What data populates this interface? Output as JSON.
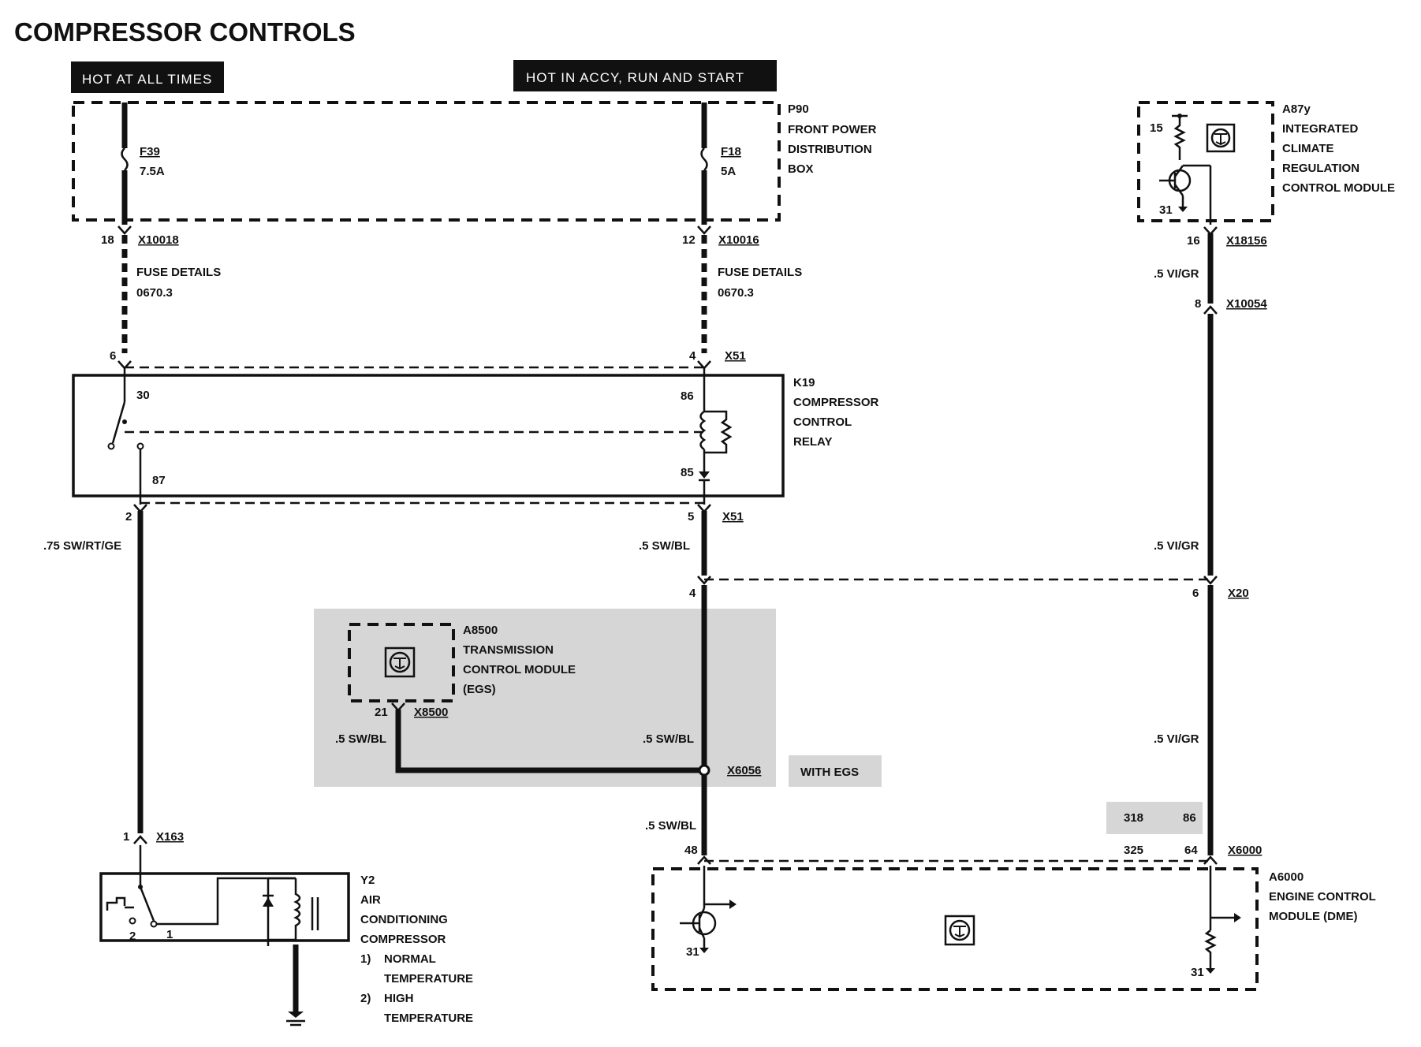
{
  "title": "COMPRESSOR CONTROLS",
  "banners": {
    "hot_always": "HOT AT ALL TIMES",
    "hot_accy": "HOT IN ACCY, RUN AND START"
  },
  "p90": {
    "lines": [
      "P90",
      "FRONT POWER",
      "DISTRIBUTION",
      "BOX"
    ],
    "fuse_left_name": "F39",
    "fuse_left_rating": "7.5A",
    "fuse_right_name": "F18",
    "fuse_right_rating": "5A"
  },
  "a87y": {
    "lines": [
      "A87y",
      "INTEGRATED",
      "CLIMATE",
      "REGULATION",
      "CONTROL MODULE"
    ],
    "pin_top": "15",
    "pin_bottom": "31"
  },
  "connectors": {
    "x10018_pin": "18",
    "x10018": "X10018",
    "x10016_pin": "12",
    "x10016": "X10016",
    "x18156_pin": "16",
    "x18156": "X18156",
    "x10054_pin": "8",
    "x10054": "X10054",
    "x51_top_left_pin": "6",
    "x51_top_right_pin": "4",
    "x51": "X51",
    "x51_bottom_left_pin": "2",
    "x51_bottom_right_pin": "5",
    "x20_left_pin": "4",
    "x20_right_pin": "6",
    "x20": "X20",
    "x8500_pin": "21",
    "x8500": "X8500",
    "x6056": "X6056",
    "x163_pin": "1",
    "x163": "X163",
    "x6000_pin_48": "48",
    "x6000_pin_325": "325",
    "x6000_pin_64": "64",
    "x6000_alt_318": "318",
    "x6000_alt_86": "86",
    "x6000": "X6000"
  },
  "fuse_details": {
    "label": "FUSE DETAILS",
    "ref": "0670.3"
  },
  "k19": {
    "lines": [
      "K19",
      "COMPRESSOR",
      "CONTROL",
      "RELAY"
    ],
    "pin_30": "30",
    "pin_87": "87",
    "pin_86": "86",
    "pin_85": "85"
  },
  "wires": {
    "vi_gr": ".5 VI/GR",
    "sw_rt_ge": ".75 SW/RT/GE",
    "sw_bl": ".5 SW/BL"
  },
  "a8500": {
    "lines": [
      "A8500",
      "TRANSMISSION",
      "CONTROL MODULE",
      "(EGS)"
    ]
  },
  "with_egs": "WITH EGS",
  "y2": {
    "lines": [
      "Y2",
      "AIR",
      "CONDITIONING",
      "COMPRESSOR"
    ],
    "note1_num": "1)",
    "note1_a": "NORMAL",
    "note1_b": "TEMPERATURE",
    "note2_num": "2)",
    "note2_a": "HIGH",
    "note2_b": "TEMPERATURE",
    "switch_pos_2": "2",
    "switch_pos_1": "1"
  },
  "a6000": {
    "lines": [
      "A6000",
      "ENGINE CONTROL",
      "MODULE (DME)"
    ],
    "pin_31_left": "31",
    "pin_31_right": "31"
  }
}
